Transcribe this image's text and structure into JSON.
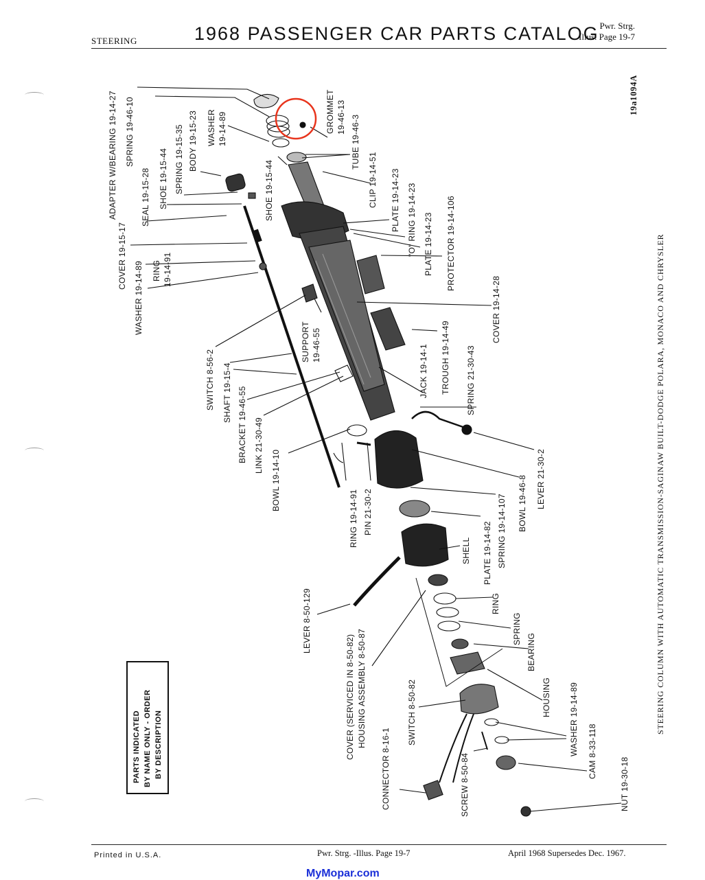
{
  "header": {
    "section": "STEERING",
    "title": "1968 PASSENGER CAR PARTS CATALOG",
    "right_line1": "Pwr. Strg.",
    "right_line2": "Illus. Page  19-7"
  },
  "illustration_id": "19a1094A",
  "caption": "STEERING COLUMN WITH AUTOMATIC TRANSMISSION-SAGINAW BUILT-DODGE POLARA, MONACO AND CHRYSLER",
  "note_box": [
    "PARTS INDICATED",
    "BY NAME ONLY - ORDER",
    "BY DESCRIPTION"
  ],
  "labels": {
    "adapter": "ADAPTER W/BEARING 19-14-27",
    "spring_top": "SPRING 19-46-10",
    "seal": "SEAL 19-15-28",
    "shoe_left": "SHOE 19-15-44",
    "spring_mid": "SPRING 19-15-35",
    "body": "BODY 19-15-23",
    "washer_top_1": "WASHER",
    "washer_top_2": "19-14-89",
    "cover_left": "COVER 19-15-17",
    "washer_left": "WASHER 19-14-89",
    "ring_left_1": "RING",
    "ring_left_2": "19-14-91",
    "grommet_1": "GROMMET",
    "grommet_2": "19-46-13",
    "tube_1": "TUBE 19-46-3",
    "shoe_center": "SHOE 19-15-44",
    "clip": "CLIP 19-14-51",
    "plate_1": "PLATE 19-14-23",
    "o_ring": "\"O\" RING 19-14-23",
    "plate_2": "PLATE 19-14-23",
    "protector": "PROTECTOR 19-14-106",
    "cover_right": "COVER 19-14-28",
    "support_1": "SUPPORT",
    "support_2": "19-46-55",
    "switch_left": "SWITCH 8-56-2",
    "shaft": "SHAFT 19-15-4",
    "bracket": "BRACKET 19-46-55",
    "link": "LINK 21-30-49",
    "bowl_left": "BOWL 19-14-10",
    "jack": "JACK 19-14-1",
    "trough": "TROUGH 19-14-49",
    "spring_right": "SPRING 21-30-43",
    "lever_right": "LEVER 21-30-2",
    "bowl_right": "BOWL 19-46-8",
    "spring_107": "SPRING 19-14-107",
    "plate_82": "PLATE 19-14-82",
    "shell": "SHELL",
    "ring_bottom": "RING 19-14-91",
    "pin": "PIN 21-30-2",
    "lever_left": "LEVER 8-50-129",
    "cover_serviced": "COVER (SERVICED IN 8-50-82)",
    "housing_assembly": "HOUSING ASSEMBLY 8-50-87",
    "ring_small": "RING",
    "spring_small": "SPRING",
    "bearing": "BEARING",
    "housing": "HOUSING",
    "washer_bottom": "WASHER 19-14-89",
    "cam": "CAM 8-33-118",
    "nut": "NUT 19-30-18",
    "switch_bottom": "SWITCH 8-50-82",
    "connector": "CONNECTOR 8-16-1",
    "screw": "SCREW 8-50-84"
  },
  "footer": {
    "printed": "Printed in U.S.A.",
    "page": "Pwr. Strg. -Illus. Page  19-7",
    "date": "April 1968  Supersedes  Dec.  1967.",
    "brand": "MyMopar.com"
  },
  "colors": {
    "ink": "#111111",
    "highlight_circle": "#e8341c",
    "brand": "#1a2fd8"
  }
}
